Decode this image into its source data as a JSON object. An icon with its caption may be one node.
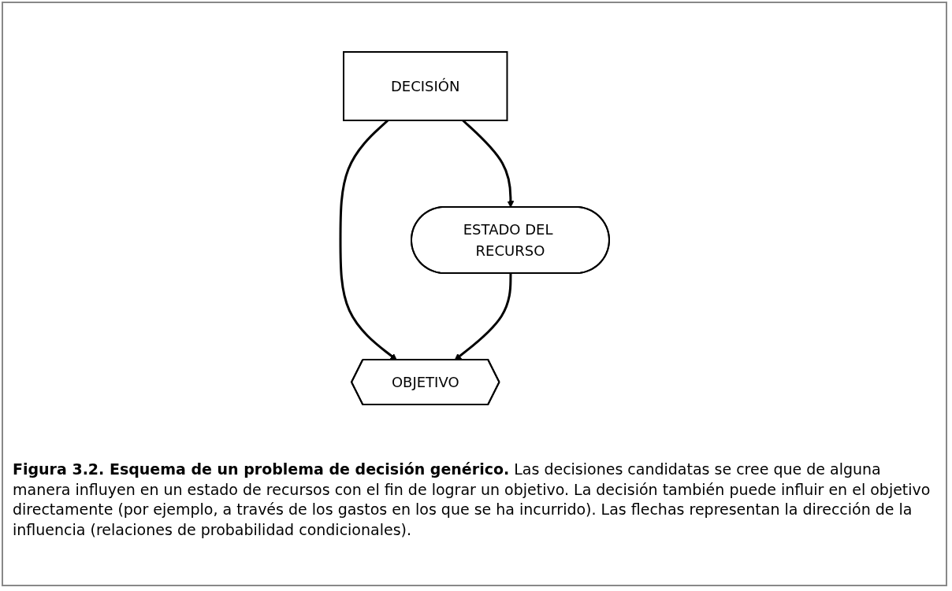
{
  "diagram": {
    "caption": "**Figura 3.2. Esquema de un problema de decisión genérico.** Las decisiones candidatas se cree que de alguna manera influyen en un estado de recursos con el fin de lograr un objetivo. La decisión también puede influir en el objetivo directamente (por ejemplo, a través de los gastos en los que se ha incurrido). Las flechas representan la dirección de la influencia (relaciones de probabilidad condicionales).",
    "nodes": [
      {
        "text": [
          "DECISIÓN"
        ]
      },
      {
        "text": [
          "ESTADO DEL RECURSO"
        ]
      },
      {
        "text": [
          "OBJETIVO"
        ]
      }
    ],
    "edges": [
      {
        "from": 0,
        "to": 1,
        "arrow": "to"
      },
      {
        "from": 0,
        "to": 2,
        "arrow": "to"
      },
      {
        "from": 1,
        "to": 2,
        "arrow": "to"
      }
    ]
  }
}
